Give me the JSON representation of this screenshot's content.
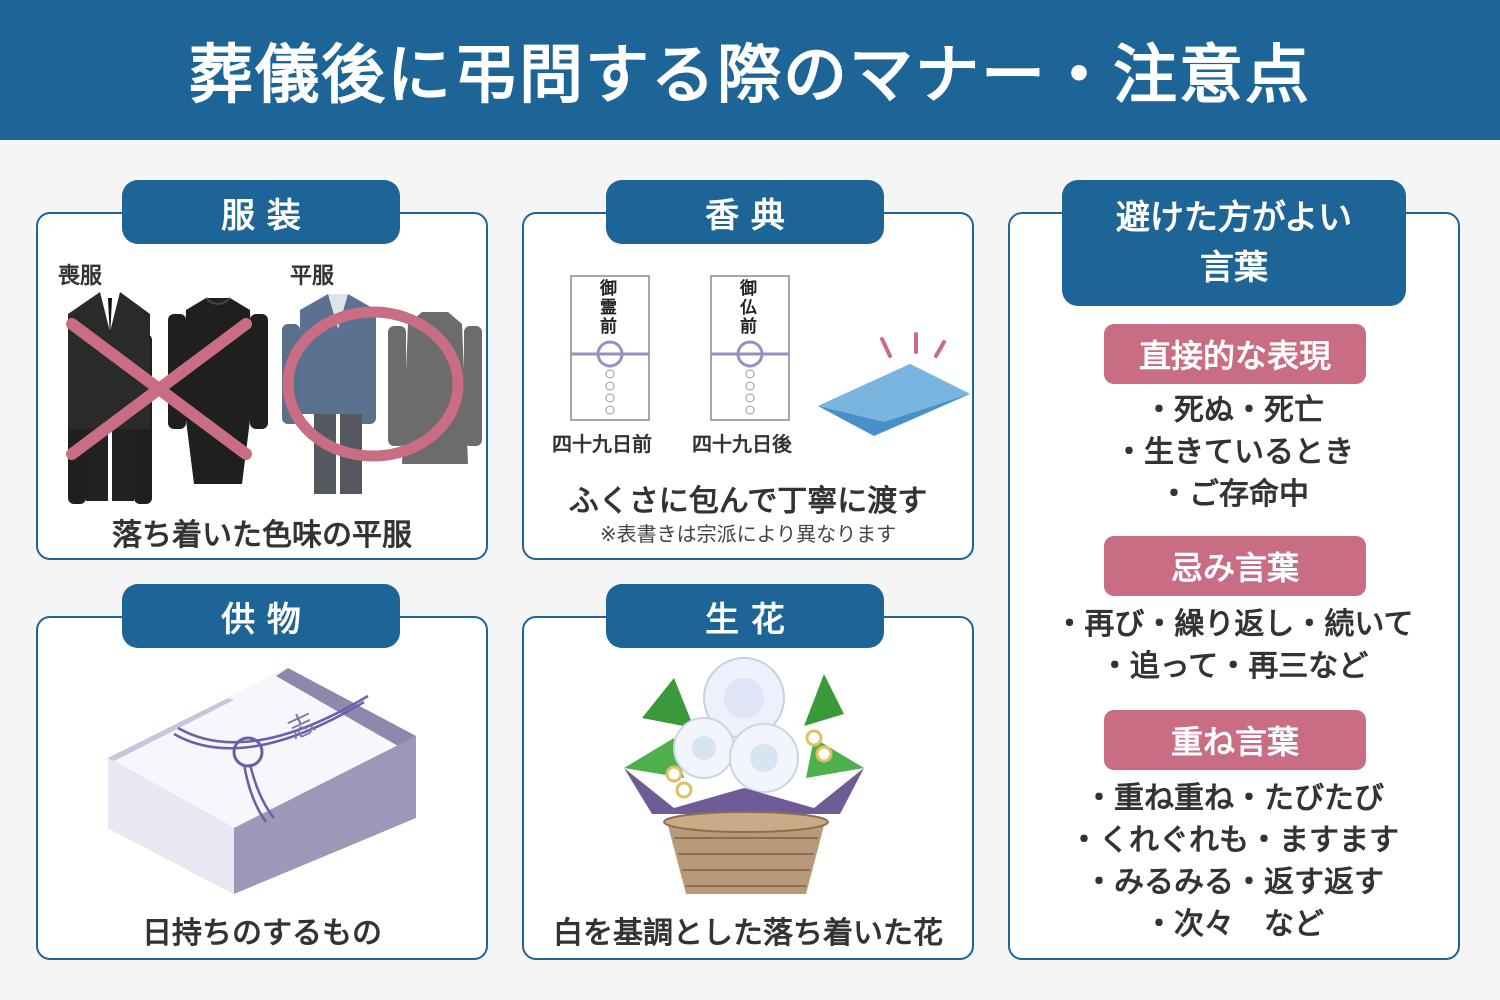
{
  "title": "葬儀後に弔問する際のマナー・注意点",
  "clothing": {
    "heading": "服 装",
    "mourning_label": "喪服",
    "plain_label": "平服",
    "caption": "落ち着いた色味の平服"
  },
  "koden": {
    "heading": "香 典",
    "envelope1_text": "御霊前",
    "envelope2_text": "御仏前",
    "envelope1_label": "四十九日前",
    "envelope2_label": "四十九日後",
    "caption": "ふくさに包んで丁寧に渡す",
    "note": "※表書きは宗派により異なります"
  },
  "offering": {
    "heading": "供 物",
    "box_text": "志",
    "caption": "日持ちのするもの"
  },
  "flowers": {
    "heading": "生 花",
    "caption": "白を基調とした落ち着いた花"
  },
  "avoid_words": {
    "heading": "避けた方がよい\n言葉",
    "groups": [
      {
        "title": "直接的な表現",
        "items": [
          "・死ぬ・死亡",
          "・生きているとき",
          "・ご存命中"
        ]
      },
      {
        "title": "忌み言葉",
        "items": [
          "・再び・繰り返し・続いて",
          "・追って・再三など"
        ]
      },
      {
        "title": "重ね言葉",
        "items": [
          "・重ね重ね・たびたび",
          "・くれぐれも・ますます",
          "・みるみる・返す返す",
          "・次々　など"
        ]
      }
    ]
  },
  "colors": {
    "primary": "#1c6596",
    "accent": "#c96d85",
    "background": "#f5f5f5"
  }
}
